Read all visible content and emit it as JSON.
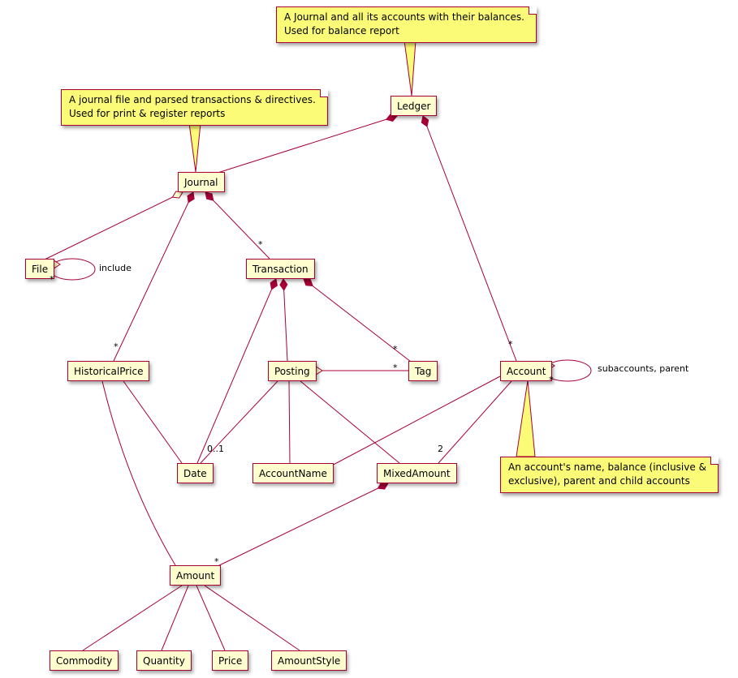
{
  "classes": {
    "ledger": "Ledger",
    "journal": "Journal",
    "file": "File",
    "transaction": "Transaction",
    "historical_price": "HistoricalPrice",
    "posting": "Posting",
    "tag": "Tag",
    "account": "Account",
    "date": "Date",
    "account_name": "AccountName",
    "mixed_amount": "MixedAmount",
    "amount": "Amount",
    "commodity": "Commodity",
    "quantity": "Quantity",
    "price": "Price",
    "amount_style": "AmountStyle"
  },
  "notes": {
    "ledger": {
      "line1": "A Journal and all its accounts with their balances.",
      "line2": "Used for balance report"
    },
    "journal": {
      "line1": "A journal file and parsed transactions & directives.",
      "line2": "Used for print & register reports"
    },
    "account": {
      "line1": "An account's name, balance (inclusive &",
      "line2": "exclusive), parent and child accounts"
    }
  },
  "labels": {
    "star": "*",
    "zero_or_one": "0..1",
    "two": "2",
    "include": "include",
    "subaccounts_parent": "subaccounts, parent"
  },
  "colors": {
    "class_bg": "#FEFECE",
    "class_border": "#A80036",
    "note_bg": "#FBFB77",
    "note_border": "#A80036",
    "edge": "#A80036"
  }
}
